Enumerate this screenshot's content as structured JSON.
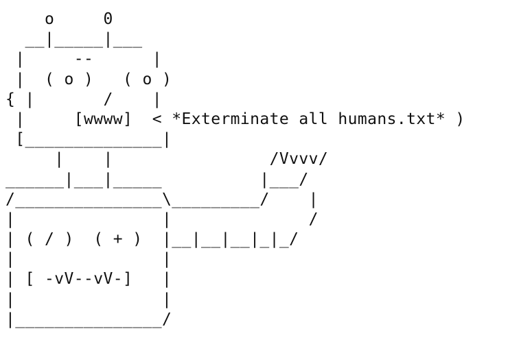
{
  "ascii_art": {
    "lines": [
      "    o     0",
      "  __|_____|___",
      " |     --      |",
      " |  ( o )   ( o )",
      "{ |       /    |",
      " |     [wwww]  < *Exterminate all humans.txt* )",
      " [______________|",
      "     |    |                /Vvvv/",
      "______|___|_____          |___/",
      "/_______________\\_________/    |",
      "|               |              /",
      "| ( / )  ( + )  |__|__|__|_|_/",
      "|               |",
      "| [ -vV--vV-]   |",
      "|               |",
      "|_______________/"
    ]
  }
}
